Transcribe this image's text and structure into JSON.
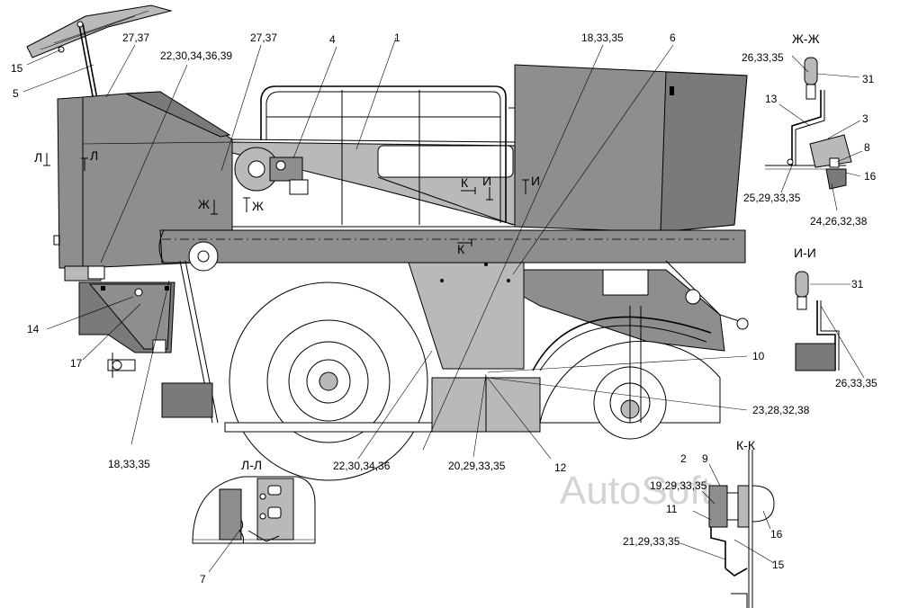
{
  "watermark": "AutoSoft",
  "sections": {
    "zh": "Ж-Ж",
    "i": "И-И",
    "k": "К-К",
    "l": "Л-Л"
  },
  "section_marks": {
    "l_left": "Л",
    "l_right": "Л",
    "zh_left": "Ж",
    "zh_right": "Ж",
    "k_top": "К",
    "k_bottom": "К",
    "i_left": "И",
    "i_right": "И"
  },
  "callouts": {
    "c15_top": "15",
    "c5": "5",
    "c27_37_a": "27,37",
    "c22_30_34_36_39": "22,30,34,36,39",
    "c27_37_b": "27,37",
    "c4": "4",
    "c1": "1",
    "c18_33_35_top": "18,33,35",
    "c6": "6",
    "c14": "14",
    "c17": "17",
    "c18_33_35_bottom": "18,33,35",
    "c22_30_34_36": "22,30,34,36",
    "c20_29_33_35": "20,29,33,35",
    "c12": "12",
    "c10": "10",
    "c23_28_32_38": "23,28,32,38",
    "c7": "7"
  },
  "zh_view": {
    "c26_33_35": "26,33,35",
    "c31": "31",
    "c13": "13",
    "c3": "3",
    "c8": "8",
    "c16": "16",
    "c25_29_33_35": "25,29,33,35",
    "c24_26_32_38": "24,26,32,38"
  },
  "i_view": {
    "c31": "31",
    "c26_33_35": "26,33,35"
  },
  "k_view": {
    "c2": "2",
    "c9": "9",
    "c19_29_33_35": "19,29,33,35",
    "c11": "11",
    "c16": "16",
    "c21_29_33_35": "21,29,33,35",
    "c15": "15"
  }
}
